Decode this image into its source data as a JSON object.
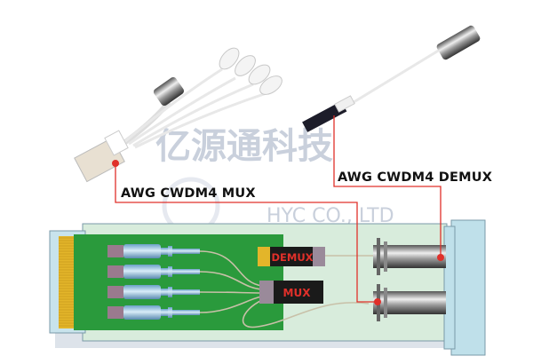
{
  "labels": {
    "mux": "AWG CWDM4 MUX",
    "demux": "AWG CWDM4 DEMUX"
  },
  "chips": {
    "demux": "DEMUX",
    "mux": "MUX"
  },
  "watermark": {
    "chinese": "亿源通科技",
    "english": "HYC CO., LTD"
  },
  "colors": {
    "pcb": "#2a9a3c",
    "housing": "#cfe8d4",
    "end_cap": "#bfe0ea",
    "gold_fingers": "#e3b52a",
    "callout_line": "#e0302a",
    "chip_body": "#1a1a1a"
  }
}
